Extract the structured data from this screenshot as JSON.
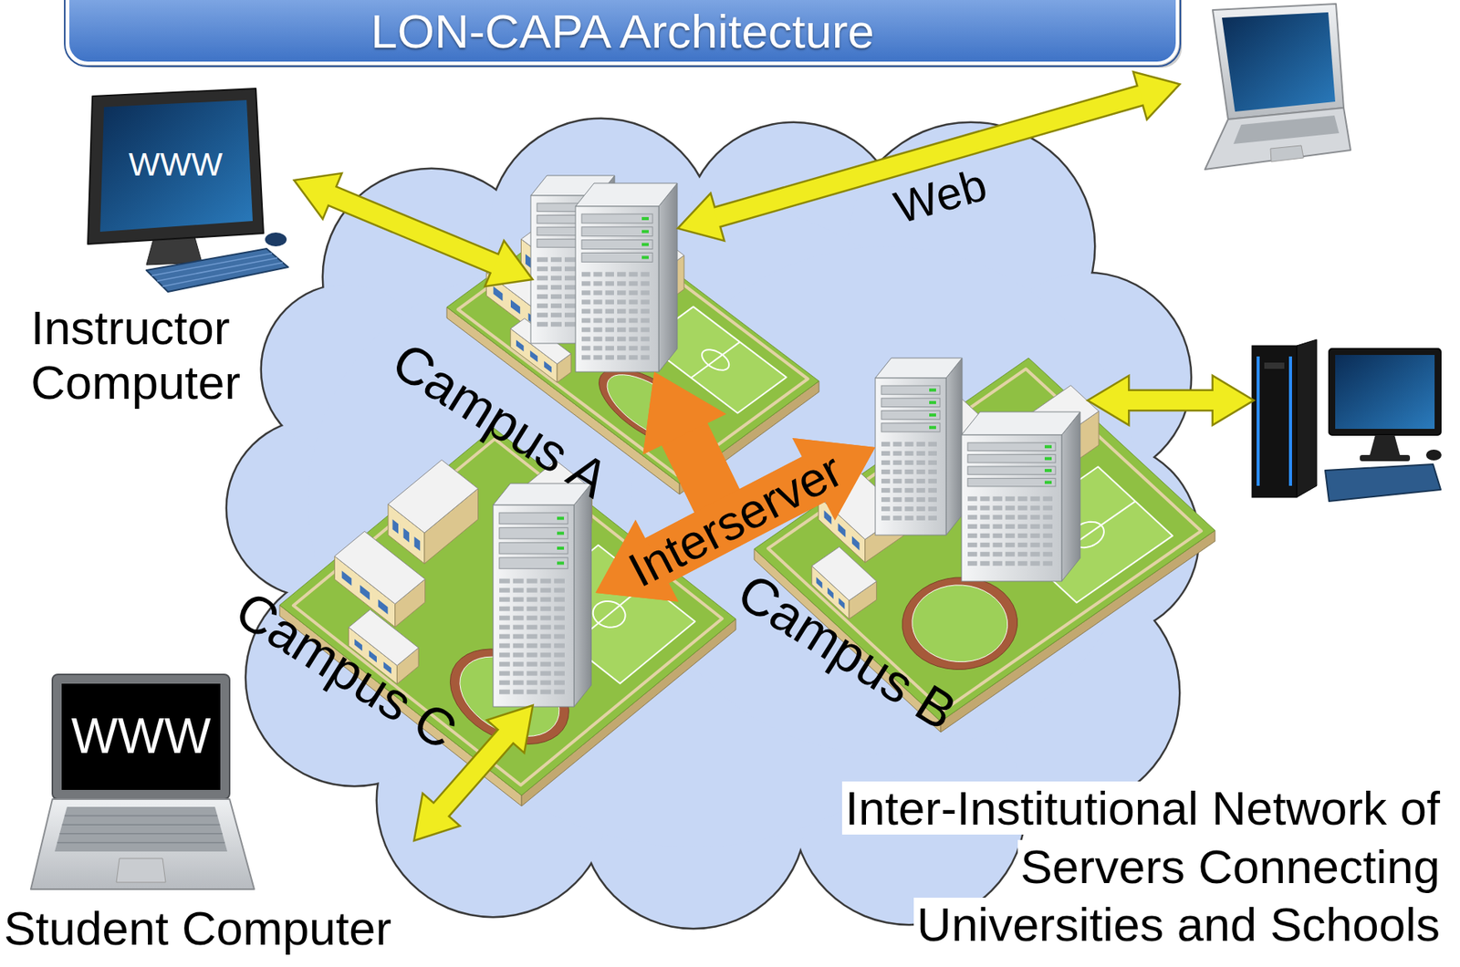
{
  "diagram": {
    "title": "LON-CAPA Architecture",
    "nodes": [
      {
        "text": [
          "Inter-Institutional Network of Servers Connecting Universities and Schools"
        ]
      },
      {
        "text": [
          "WWW",
          "Instructor Computer"
        ]
      },
      {
        "text": []
      },
      {
        "text": [
          "Campus A"
        ],
        "in": 0
      },
      {
        "text": []
      },
      {
        "text": [
          "Campus B"
        ],
        "in": 0
      },
      {
        "text": [
          "Campus C"
        ],
        "in": 0
      },
      {
        "text": [
          "WWW",
          "Student Computer"
        ]
      }
    ],
    "edges": [
      {
        "from": 1,
        "to": 3,
        "arrow": "both"
      },
      {
        "from": 2,
        "to": 3,
        "label": "Web",
        "arrow": "both"
      },
      {
        "from": 3,
        "to": 5,
        "arrow": "both"
      },
      {
        "from": 3,
        "to": 6,
        "arrow": "both"
      },
      {
        "from": 6,
        "to": 5,
        "label": "Interserver",
        "arrow": "both"
      },
      {
        "from": 4,
        "to": 5,
        "arrow": "both"
      },
      {
        "from": 7,
        "to": 6,
        "arrow": "both"
      }
    ]
  }
}
